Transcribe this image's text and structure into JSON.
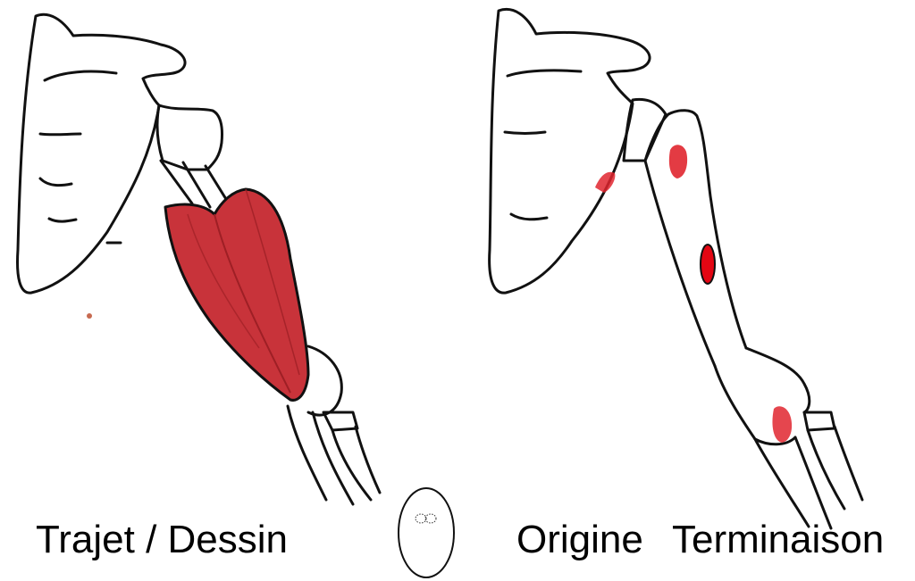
{
  "captions": {
    "left": "Trajet / Dessin",
    "origine": "Origine",
    "terminaison": "Terminaison"
  },
  "icons": {
    "center_glyph": "oval-with-infinity-icon"
  },
  "colors": {
    "muscle": "#c8333a",
    "muscle_dark": "#9e1f25",
    "attachment": "#e0262f",
    "marker_fill": "#e30613",
    "ink": "#111111",
    "paper": "#ffffff"
  }
}
